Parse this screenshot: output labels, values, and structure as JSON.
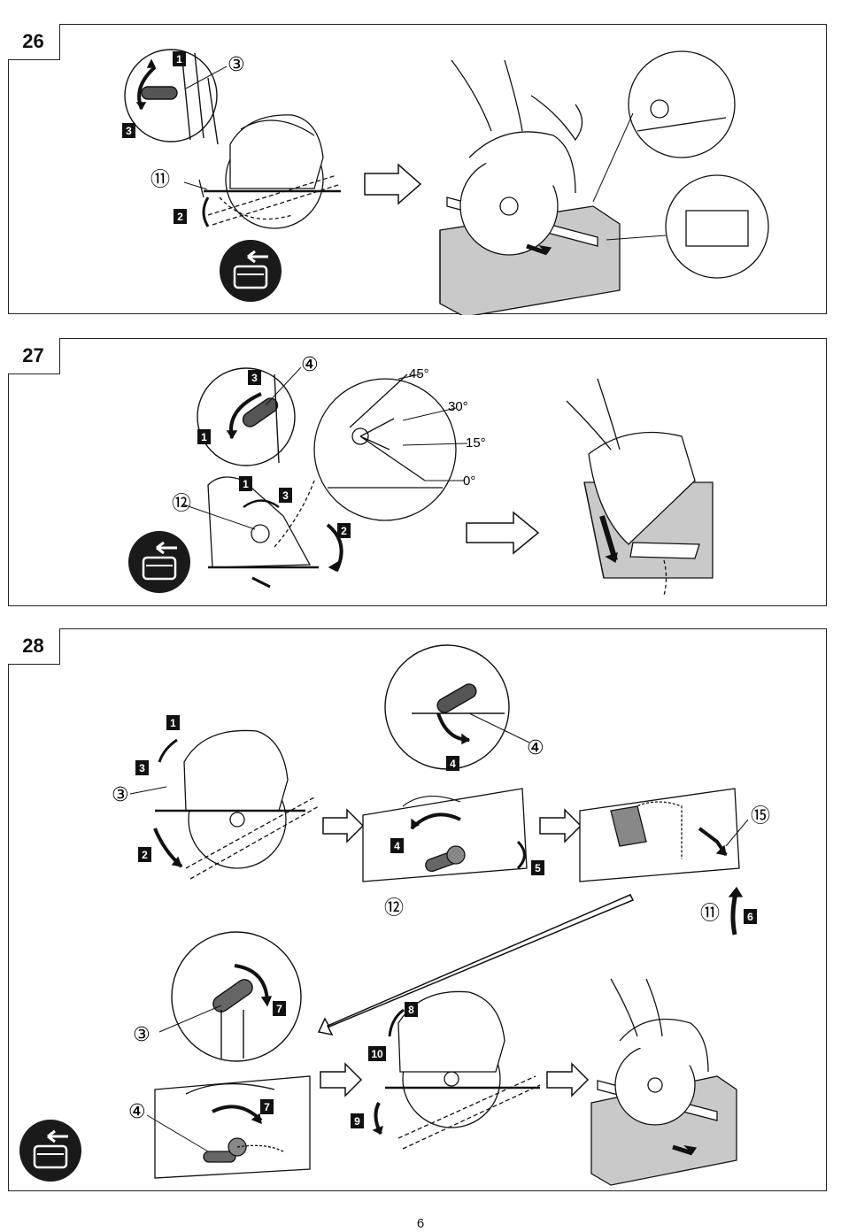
{
  "figures": [
    {
      "number": "26",
      "steps": [
        "1",
        "2",
        "3"
      ],
      "callouts": [
        "③",
        "⑪"
      ]
    },
    {
      "number": "27",
      "steps": [
        "1",
        "2",
        "3"
      ],
      "callouts": [
        "④",
        "⑫"
      ],
      "angles": [
        "45°",
        "30°",
        "15°",
        "0°"
      ]
    },
    {
      "number": "28",
      "steps": [
        "1",
        "2",
        "3",
        "4",
        "5",
        "6",
        "7",
        "8",
        "9",
        "10"
      ],
      "callouts": [
        "③",
        "④",
        "⑫",
        "⑪",
        "⑮"
      ]
    }
  ],
  "icons": [
    "battery-remove-icon"
  ],
  "page_number": "6"
}
